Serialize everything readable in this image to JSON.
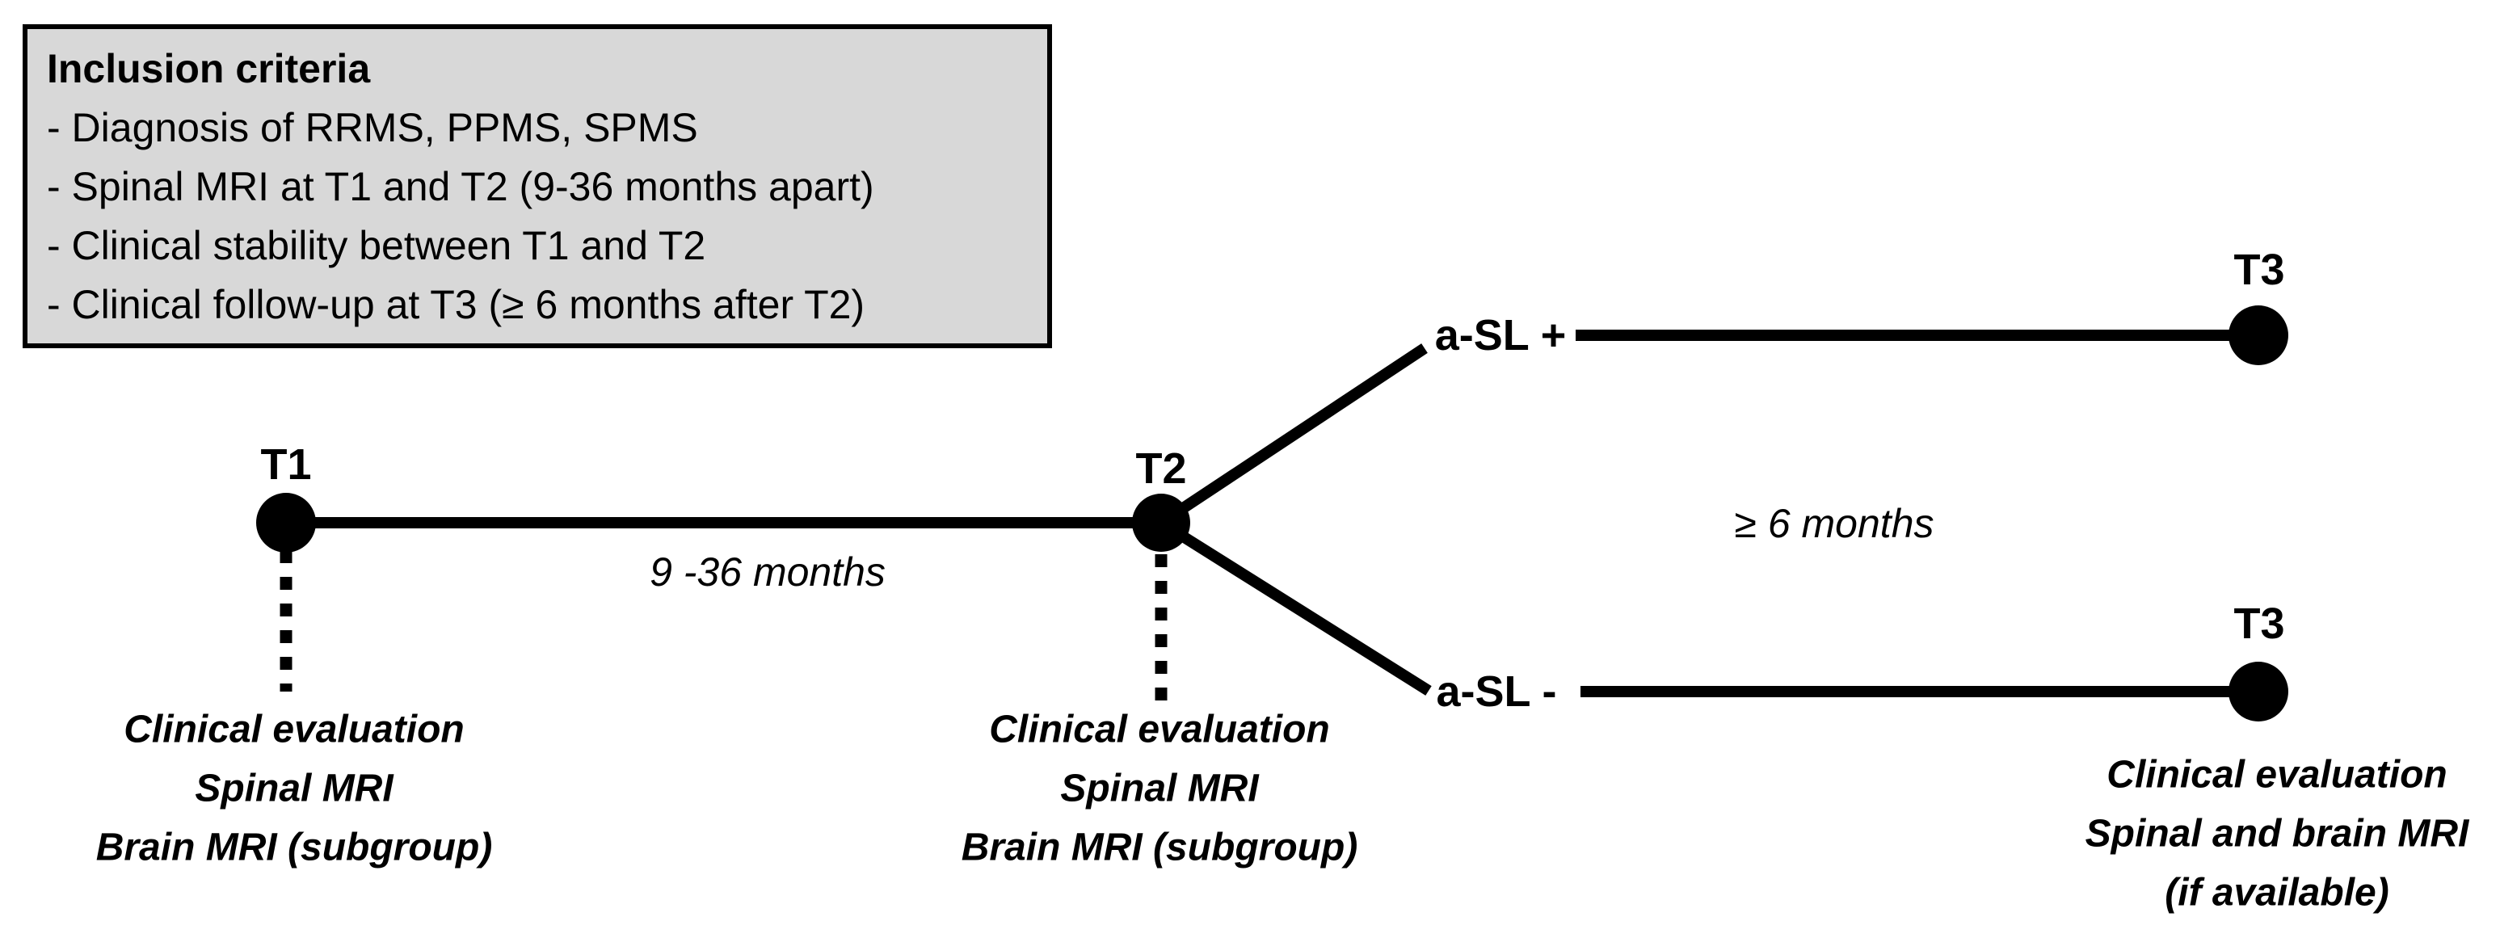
{
  "inclusion_box": {
    "title": "Inclusion criteria",
    "items": [
      "- Diagnosis of RRMS, PPMS, SPMS",
      "- Spinal MRI at T1 and T2 (9-36 months apart)",
      "- Clinical stability between T1 and T2",
      "- Clinical follow-up at T3 (≥ 6 months after T2)"
    ],
    "fill_color": "#d8d8d8",
    "border_color": "#000000"
  },
  "timeline": {
    "t1": {
      "label": "T1",
      "sublabel_lines": [
        "Clinical evaluation",
        "Spinal MRI",
        "Brain MRI (subgroup)"
      ]
    },
    "t2": {
      "label": "T2",
      "sublabel_lines": [
        "Clinical evaluation",
        "Spinal MRI",
        "Brain MRI (subgroup)"
      ]
    },
    "interval_t1_t2": "9 -36 months",
    "interval_t2_t3": "≥ 6 months",
    "branch_positive": {
      "label": "a-SL +",
      "endpoint_label": "T3"
    },
    "branch_negative": {
      "label": "a-SL -",
      "endpoint_label": "T3"
    },
    "t3_sublabel_lines": [
      "Clinical evaluation",
      "Spinal and brain MRI",
      "(if available)"
    ]
  },
  "colors": {
    "line": "#000000",
    "background": "#ffffff"
  }
}
